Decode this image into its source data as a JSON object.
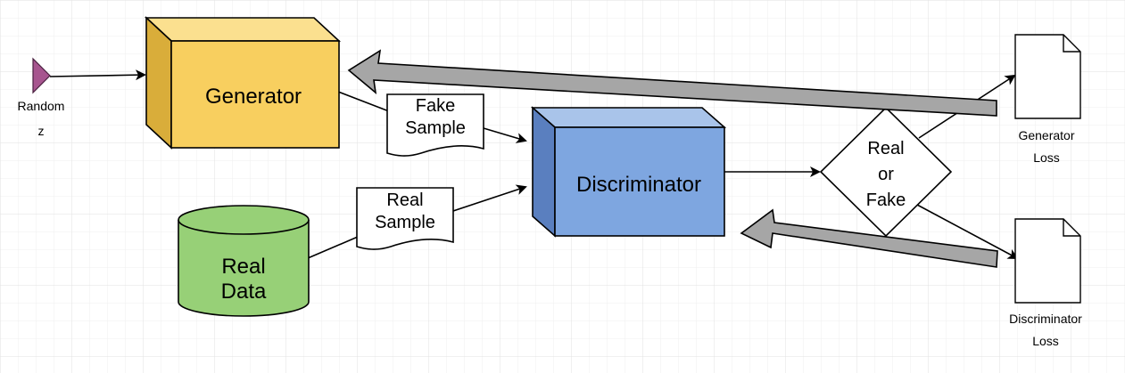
{
  "nodes": {
    "random": {
      "line1": "Random",
      "line2": "z"
    },
    "generator": {
      "label": "Generator"
    },
    "fake_sample": {
      "line1": "Fake",
      "line2": "Sample"
    },
    "discriminator": {
      "label": "Discriminator"
    },
    "real_sample": {
      "line1": "Real",
      "line2": "Sample"
    },
    "real_data": {
      "line1": "Real",
      "line2": "Data"
    },
    "decision": {
      "line1": "Real",
      "line2": "or",
      "line3": "Fake"
    },
    "generator_loss": {
      "line1": "Generator",
      "line2": "Loss"
    },
    "discriminator_loss": {
      "line1": "Discriminator",
      "line2": "Loss"
    }
  },
  "colors": {
    "generator": "#f8cf5f",
    "generator_side": "#d9ad3a",
    "discriminator": "#7ea6e0",
    "discriminator_side": "#5a7fbf",
    "real_data": "#97d077",
    "feedback_arrow": "#a6a6a6",
    "random_marker": "#a7558f",
    "grid": "#e6e6e6"
  }
}
